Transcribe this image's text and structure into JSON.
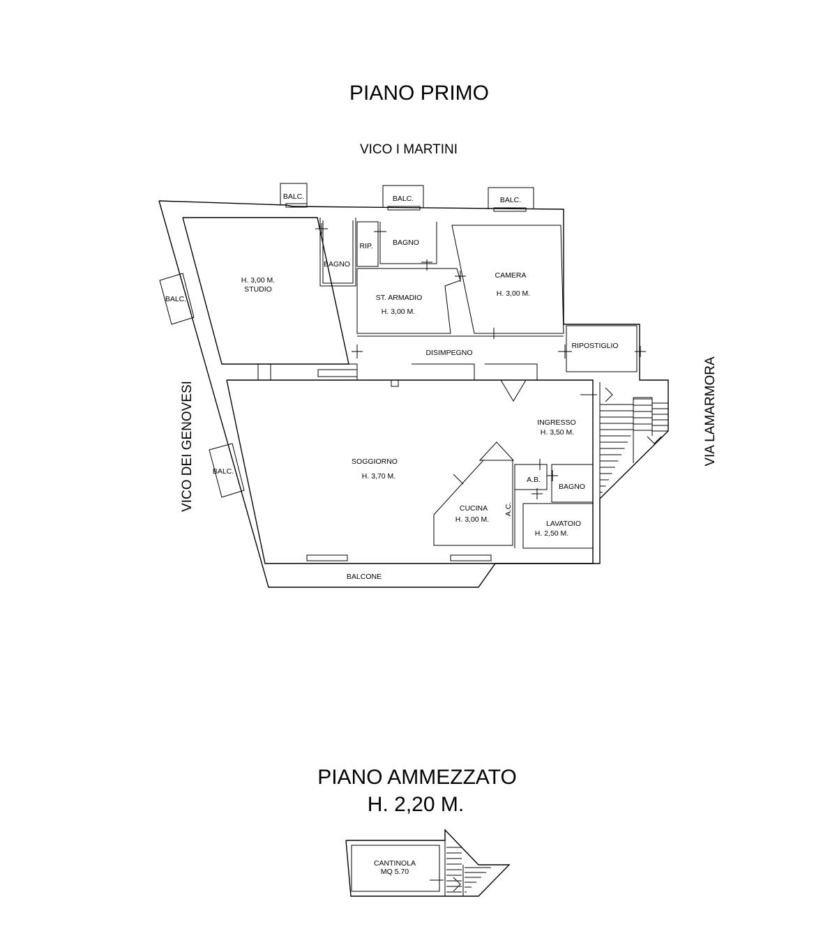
{
  "titles": {
    "first_floor": "PIANO PRIMO",
    "mezzanine": "PIANO AMMEZZATO",
    "mezzanine_height": "H. 2,20 M."
  },
  "streets": {
    "top": "VICO I MARTINI",
    "left": "VICO DEI GENOVESI",
    "right": "VIA LAMARMORA"
  },
  "rooms": {
    "balc_top_1": "BALC.",
    "balc_top_2": "BALC.",
    "balc_top_3": "BALC.",
    "balc_left_1": "BALC.",
    "balc_left_2": "BALC.",
    "studio_height": "H. 3,00 M.",
    "studio": "STUDIO",
    "bagno_1": "BAGNO",
    "rip": "RIP.",
    "bagno_2": "BAGNO",
    "st_armadio": "ST. ARMADIO",
    "st_armadio_height": "H. 3,00 M.",
    "camera": "CAMERA",
    "camera_height": "H. 3,00 M.",
    "disimpegno": "DISIMPEGNO",
    "ripostiglio": "RIPOSTIGLIO",
    "ingresso": "INGRESSO",
    "ingresso_height": "H. 3,50 M.",
    "soggiorno": "SOGGIORNO",
    "soggiorno_height": "H. 3,70 M.",
    "cucina": "CUCINA",
    "cucina_height": "H. 3,00 M.",
    "ac": "A.C.",
    "ab": "A.B.",
    "bagno_3": "BAGNO",
    "lavatoio": "LAVATOIO",
    "lavatoio_height": "H. 2,50 M.",
    "balcone": "BALCONE",
    "cantinola": "CANTINOLA",
    "cantinola_area": "MQ 5.70"
  }
}
